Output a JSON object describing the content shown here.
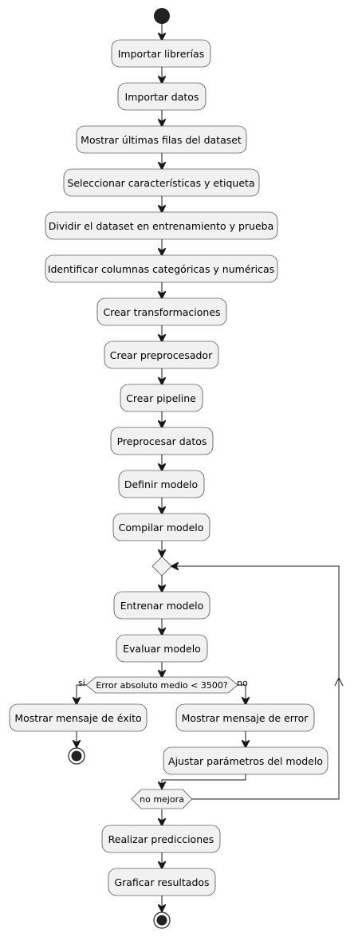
{
  "nodes": {
    "importar_librerias": "Importar librerías",
    "importar_datos": "Importar datos",
    "mostrar_ultimas": "Mostrar últimas filas del dataset",
    "seleccionar": "Seleccionar características y etiqueta",
    "dividir": "Dividir el dataset en entrenamiento y prueba",
    "identificar": "Identificar columnas categóricas y numéricas",
    "crear_transformaciones": "Crear transformaciones",
    "crear_preprocesador": "Crear preprocesador",
    "crear_pipeline": "Crear pipeline",
    "preprocesar": "Preprocesar datos",
    "definir_modelo": "Definir modelo",
    "compilar_modelo": "Compilar modelo",
    "entrenar_modelo": "Entrenar modelo",
    "evaluar_modelo": "Evaluar modelo",
    "mensaje_exito": "Mostrar mensaje de éxito",
    "mensaje_error": "Mostrar mensaje de error",
    "ajustar": "Ajustar parámetros del modelo",
    "realizar_predicciones": "Realizar predicciones",
    "graficar": "Graficar resultados"
  },
  "decisions": {
    "error_check": "Error absoluto medio < 3500?",
    "yes_label": "sí",
    "no_label": "no",
    "loop_condition": "no mejora"
  }
}
